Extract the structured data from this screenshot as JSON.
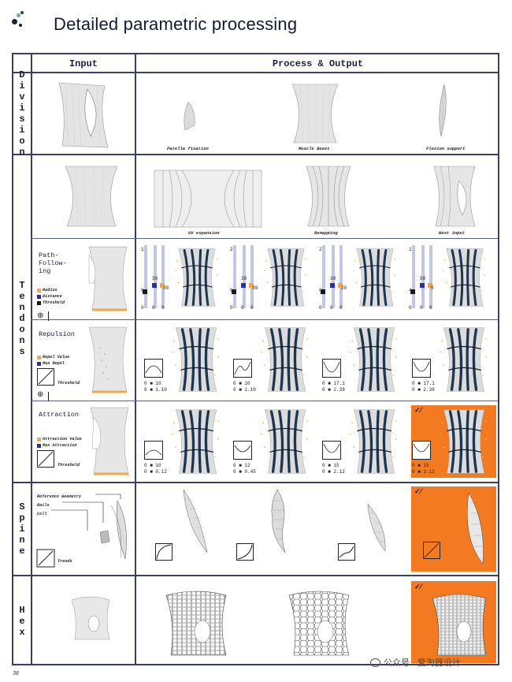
{
  "title": "Detailed parametric processing",
  "columns": {
    "input": "Input",
    "process": "Process & Output"
  },
  "rows": {
    "division": {
      "label": "Division",
      "captions": [
        "Patella fixation",
        "Muscle Boost",
        "Flexion support"
      ]
    },
    "tendons": {
      "label": "Tendons",
      "captions": [
        "UV expansion",
        "Remapping",
        "Next input"
      ],
      "path_following": {
        "label": "Path-\nFollow-\ning",
        "legend": [
          "Radius",
          "Distance",
          "Threshold"
        ],
        "values": [
          {
            "top": "1",
            "mid": "0",
            "low": "0",
            "a": "30",
            "b": "30",
            "z1": "0",
            "z2": "0"
          },
          {
            "top": "2",
            "mid": "0",
            "low": "0",
            "a": "30",
            "b": "30",
            "z1": "0",
            "z2": "0"
          },
          {
            "top": "2",
            "mid": "0",
            "low": "0",
            "a": "30",
            "b": "20",
            "z1": "0",
            "z2": "0"
          },
          {
            "top": "1",
            "mid": "4",
            "low": "0",
            "a": "50",
            "b": "5",
            "z1": "0",
            "z2": "0"
          }
        ]
      },
      "repulsion": {
        "label": "Repulsion",
        "legend": [
          "Repel Value",
          "Max Repel"
        ],
        "threshold": "Threshold",
        "values": [
          {
            "v1": "0 ■ 10",
            "v2": "0 ■ 1.10"
          },
          {
            "v1": "0 ■ 10",
            "v2": "0 ■ 1.10"
          },
          {
            "v1": "0 ■ 17.1",
            "v2": "0 ■ 2.38"
          },
          {
            "v1": "0 ■ 17.1",
            "v2": "0 ■ 2.38"
          }
        ]
      },
      "attraction": {
        "label": "Attraction",
        "legend": [
          "Attraction Value",
          "Max Attraction"
        ],
        "threshold": "Threshold",
        "values": [
          {
            "v1": "0 ■ 10",
            "v2": "0 ■ 0.12"
          },
          {
            "v1": "0 ■ 12",
            "v2": "0 ■ 0.45"
          },
          {
            "v1": "0 ■ 15",
            "v2": "0 ■ 2.12"
          },
          {
            "v1": "0 ■ 15",
            "v2": "0 ■ 2.12"
          }
        ]
      }
    },
    "spine": {
      "label": "Spine",
      "annotations": [
        "Reference Geometry",
        "Rails",
        "Cell"
      ],
      "trends": "Trends"
    },
    "hex": {
      "label": "Hex"
    }
  },
  "check_icon": "✓⁄",
  "watermark": "公众号 · 爱淘器设计",
  "page_number": "38",
  "colors": {
    "accent_orange": "#f47a21",
    "grid_line": "#3a3f66",
    "legend_orange": "#f4a64a",
    "legend_blue": "#2a2ab8",
    "tendon_dark": "#1e3550",
    "pollen": "#e8c04a"
  }
}
